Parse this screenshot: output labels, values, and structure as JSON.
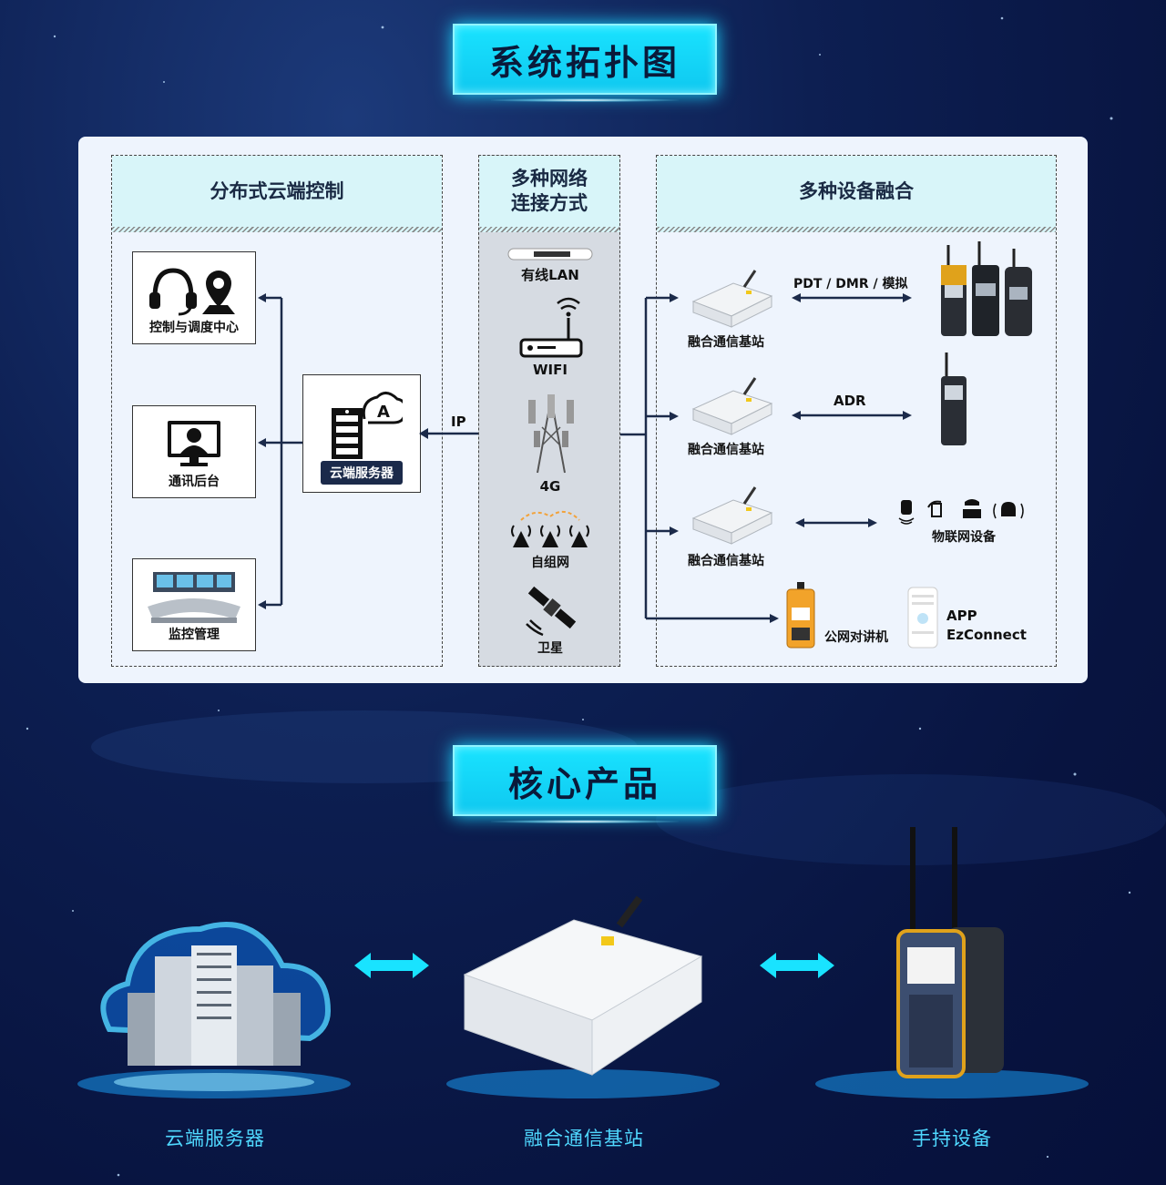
{
  "titles": {
    "topology": "系统拓扑图",
    "products": "核心产品"
  },
  "left": {
    "heading": "分布式云端控制",
    "nodes": [
      "控制与调度中心",
      "通讯后台",
      "监控管理"
    ],
    "server": "云端服务器"
  },
  "link": {
    "ip": "IP"
  },
  "middle": {
    "heading_line1": "多种网络",
    "heading_line2": "连接方式",
    "items": [
      "有线LAN",
      "WIFI",
      "4G",
      "自组网",
      "卫星"
    ]
  },
  "right": {
    "heading": "多种设备融合",
    "base_station": "融合通信基站",
    "protocols": [
      "PDT / DMR / 模拟",
      "ADR"
    ],
    "iot": "物联网设备",
    "public_radio": "公网对讲机",
    "app_line1": "APP",
    "app_line2": "EzConnect"
  },
  "products": [
    "云端服务器",
    "融合通信基站",
    "手持设备"
  ],
  "colors": {
    "cyan": "#19e3ff",
    "navy": "#1b2a4a",
    "panel": "#eef4fd",
    "head": "#d8f5f9",
    "label_blue": "#4fd8ff"
  }
}
